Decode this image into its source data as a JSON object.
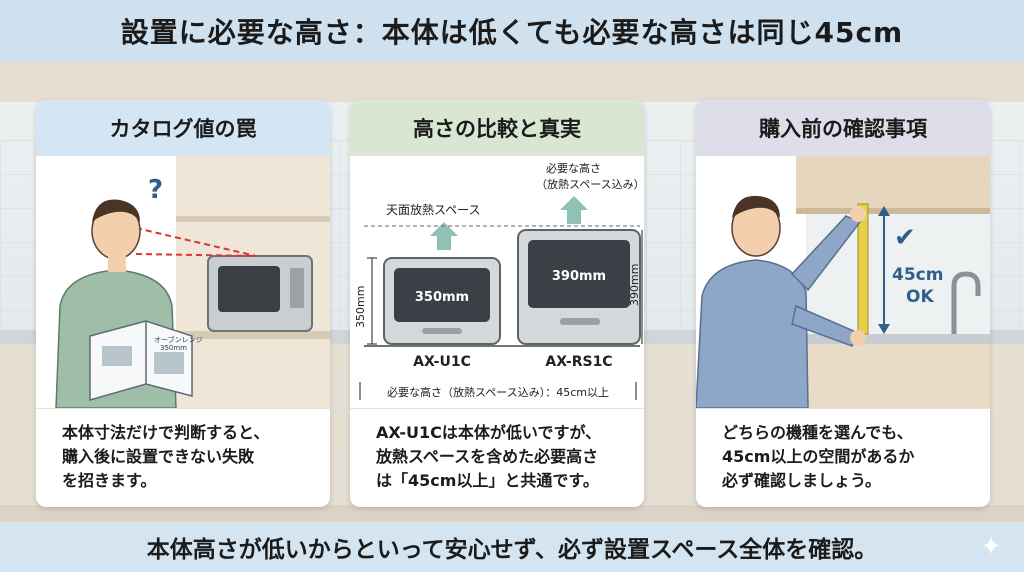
{
  "title": "設置に必要な高さ：本体は低くても必要な高さは同じ45cm",
  "footer": "本体高さが低いからといって安心せず、必ず設置スペース全体を確認。",
  "panels": [
    {
      "heading": "カタログ値の罠",
      "caption": [
        "本体寸法だけで判断すると、",
        "購入後に設置できない失敗",
        "を招きます。"
      ],
      "illus": {
        "question_mark": "?",
        "catalog_text_1": "オーブンレンジ",
        "catalog_text_2": "350mm"
      }
    },
    {
      "heading": "高さの比較と真実",
      "caption": [
        "AX-U1Cは本体が低いですが、",
        "放熱スペースを含めた必要高さ",
        "は「45cm以上」と共通です。"
      ],
      "illus": {
        "top_space_label": "天面放熱スペース",
        "required_label_1": "必要な高さ",
        "required_label_2": "（放熱スペース込み）",
        "left_dim": "350mm",
        "right_dim": "390mm",
        "left_screen": "350mm",
        "right_screen": "390mm",
        "left_model": "AX-U1C",
        "right_model": "AX-RS1C",
        "bottom_note": "必要な高さ（放熱スペース込み）：45cm以上"
      }
    },
    {
      "heading": "購入前の確認事項",
      "caption": [
        "どちらの機種を選んでも、",
        "45cm以上の空間があるか",
        "必ず確認しましょう。"
      ],
      "illus": {
        "measure_line1": "45cm",
        "measure_line2": "OK"
      }
    }
  ],
  "colors": {
    "title_bg": "#cfe0ee",
    "panel1_header": "#d4e6f4",
    "panel2_header": "#d8e6d2",
    "panel3_header": "#dedde9",
    "accent_blue": "#2f5f8a",
    "arrow_green": "#7fb7ad"
  }
}
